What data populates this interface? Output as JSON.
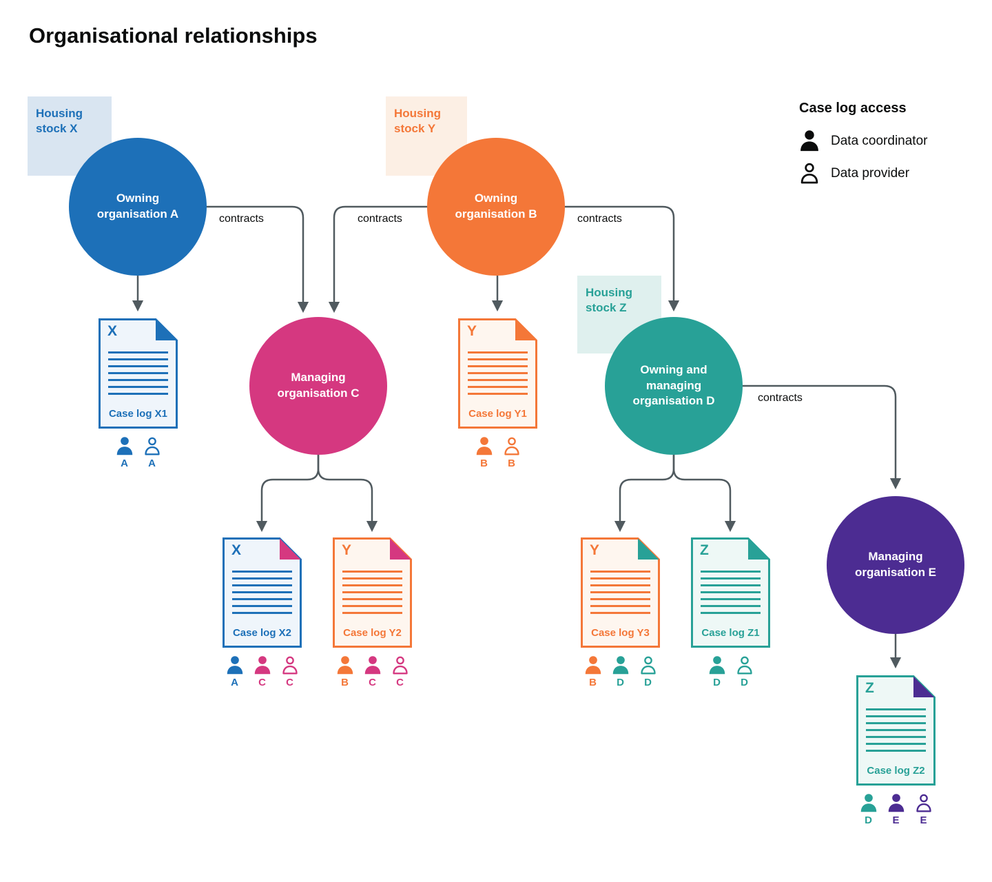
{
  "title": "Organisational relationships",
  "legend": {
    "title": "Case log access",
    "coordinator_label": "Data coordinator",
    "provider_label": "Data provider"
  },
  "housing_stocks": [
    {
      "label": "Housing stock X",
      "color": "#1d70b8",
      "background": "#d9e5f1"
    },
    {
      "label": "Housing stock Y",
      "color": "#f47738",
      "background": "#fcefe4"
    },
    {
      "label": "Housing stock Z",
      "color": "#28a197",
      "background": "#dff0ee"
    }
  ],
  "organisations": [
    {
      "id": "A",
      "label": "Owning organisation A",
      "color": "#1d70b8"
    },
    {
      "id": "B",
      "label": "Owning organisation B",
      "color": "#f47738"
    },
    {
      "id": "C",
      "label": "Managing organisation C",
      "color": "#d53880"
    },
    {
      "id": "D",
      "label": "Owning and managing organisation D",
      "color": "#28a197"
    },
    {
      "id": "E",
      "label": "Managing organisation E",
      "color": "#4c2c92"
    }
  ],
  "connections": [
    {
      "from": "Owning organisation A",
      "to": "Managing organisation C",
      "label": "contracts"
    },
    {
      "from": "Owning organisation B",
      "to": "Managing organisation C",
      "label": "contracts"
    },
    {
      "from": "Owning organisation B",
      "to": "Owning and managing organisation D",
      "label": "contracts"
    },
    {
      "from": "Owning and managing organisation D",
      "to": "Managing organisation E",
      "label": "contracts"
    },
    {
      "from": "Owning organisation A",
      "to": "Case log X1"
    },
    {
      "from": "Owning organisation B",
      "to": "Case log Y1"
    },
    {
      "from": "Managing organisation C",
      "to": "Case log X2"
    },
    {
      "from": "Managing organisation C",
      "to": "Case log Y2"
    },
    {
      "from": "Owning and managing organisation D",
      "to": "Case log Y3"
    },
    {
      "from": "Owning and managing organisation D",
      "to": "Case log Z1"
    },
    {
      "from": "Managing organisation E",
      "to": "Case log Z2"
    }
  ],
  "case_logs": [
    {
      "stock_letter": "X",
      "label": "Case log X1",
      "color": "#1d70b8",
      "fold_color": "#1d70b8",
      "access": [
        {
          "role": "coordinator",
          "org": "A"
        },
        {
          "role": "provider",
          "org": "A"
        }
      ]
    },
    {
      "stock_letter": "Y",
      "label": "Case log Y1",
      "color": "#f47738",
      "fold_color": "#f47738",
      "access": [
        {
          "role": "coordinator",
          "org": "B"
        },
        {
          "role": "provider",
          "org": "B"
        }
      ]
    },
    {
      "stock_letter": "X",
      "label": "Case log X2",
      "color": "#1d70b8",
      "fold_color": "#d53880",
      "access": [
        {
          "role": "coordinator",
          "org": "A"
        },
        {
          "role": "coordinator",
          "org": "C"
        },
        {
          "role": "provider",
          "org": "C"
        }
      ]
    },
    {
      "stock_letter": "Y",
      "label": "Case log Y2",
      "color": "#f47738",
      "fold_color": "#d53880",
      "access": [
        {
          "role": "coordinator",
          "org": "B"
        },
        {
          "role": "coordinator",
          "org": "C"
        },
        {
          "role": "provider",
          "org": "C"
        }
      ]
    },
    {
      "stock_letter": "Y",
      "label": "Case log Y3",
      "color": "#f47738",
      "fold_color": "#28a197",
      "access": [
        {
          "role": "coordinator",
          "org": "B"
        },
        {
          "role": "coordinator",
          "org": "D"
        },
        {
          "role": "provider",
          "org": "D"
        }
      ]
    },
    {
      "stock_letter": "Z",
      "label": "Case log Z1",
      "color": "#28a197",
      "fold_color": "#28a197",
      "access": [
        {
          "role": "coordinator",
          "org": "D"
        },
        {
          "role": "provider",
          "org": "D"
        }
      ]
    },
    {
      "stock_letter": "Z",
      "label": "Case log Z2",
      "color": "#28a197",
      "fold_color": "#4c2c92",
      "access": [
        {
          "role": "coordinator",
          "org": "D"
        },
        {
          "role": "coordinator",
          "org": "E"
        },
        {
          "role": "provider",
          "org": "E"
        }
      ]
    }
  ]
}
